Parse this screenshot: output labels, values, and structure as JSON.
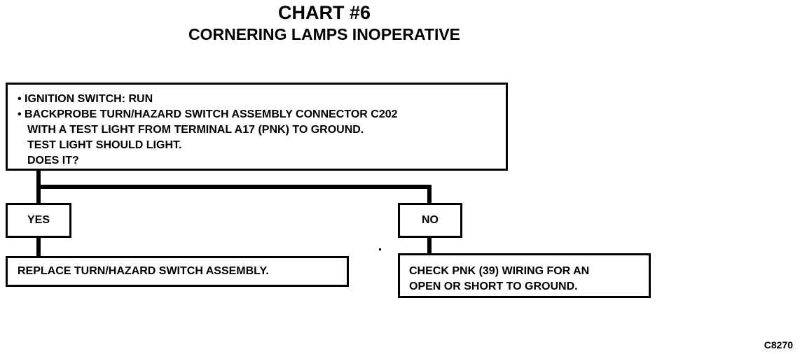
{
  "header": {
    "title": "CHART #6",
    "subtitle": "CORNERING LAMPS INOPERATIVE"
  },
  "steps": {
    "main": {
      "lines": [
        "• IGNITION SWITCH: RUN",
        "• BACKPROBE TURN/HAZARD SWITCH ASSEMBLY CONNECTOR C202",
        "WITH A TEST LIGHT FROM TERMINAL A17 (PNK) TO GROUND.",
        "TEST LIGHT SHOULD LIGHT.",
        "DOES IT?"
      ]
    },
    "yes": {
      "label": "YES",
      "result": "REPLACE TURN/HAZARD SWITCH ASSEMBLY."
    },
    "no": {
      "label": "NO",
      "result_lines": [
        "CHECK PNK (39) WIRING FOR AN",
        "OPEN OR SHORT TO GROUND."
      ]
    }
  },
  "figure_code": "C8270"
}
